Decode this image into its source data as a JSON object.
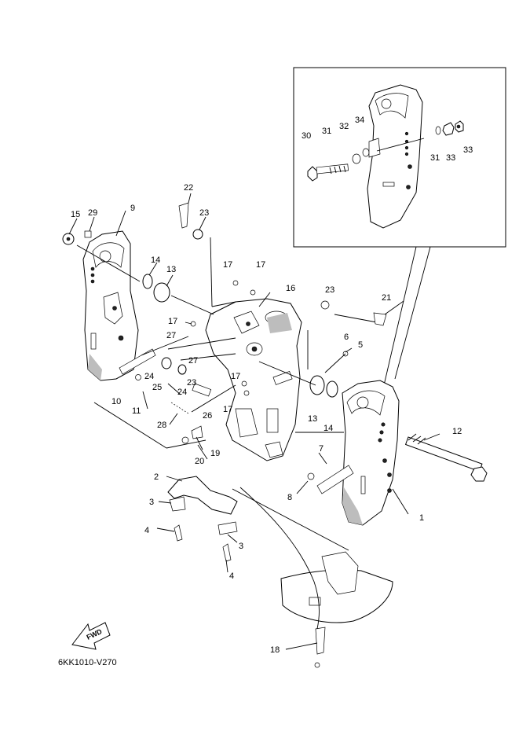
{
  "diagram_code": "6KK1010-V270",
  "fwd_label": "FWD",
  "callouts": {
    "p1": "1",
    "p2": "2",
    "p3a": "3",
    "p3b": "3",
    "p4a": "4",
    "p4b": "4",
    "p5": "5",
    "p6": "6",
    "p7": "7",
    "p8": "8",
    "p9": "9",
    "p10": "10",
    "p11": "11",
    "p12": "12",
    "p13a": "13",
    "p13b": "13",
    "p14a": "14",
    "p14b": "14",
    "p15": "15",
    "p16": "16",
    "p17a": "17",
    "p17b": "17",
    "p17c": "17",
    "p17d": "17",
    "p17e": "17",
    "p18": "18",
    "p19": "19",
    "p20": "20",
    "p21": "21",
    "p22": "22",
    "p23a": "23",
    "p23b": "23",
    "p23c": "23",
    "p24a": "24",
    "p24b": "24",
    "p25": "25",
    "p26": "26",
    "p27a": "27",
    "p27b": "27",
    "p28": "28",
    "p29": "29",
    "p30": "30",
    "p31a": "31",
    "p31b": "31",
    "p32": "32",
    "p33a": "33",
    "p33b": "33",
    "p34": "34"
  }
}
